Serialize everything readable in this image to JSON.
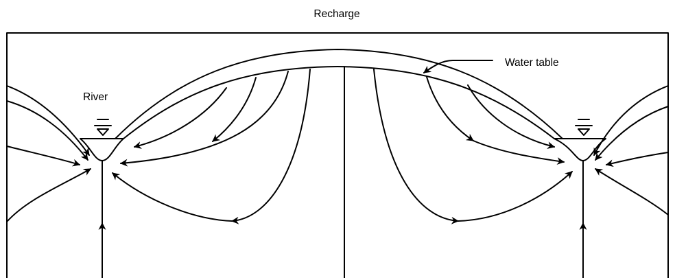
{
  "labels": {
    "recharge": "Recharge",
    "river": "River",
    "water_table": "Water table"
  },
  "colors": {
    "line": "#000000",
    "background": "#ffffff"
  },
  "icons": {
    "water_level": "inverted-triangle-water-level-icon"
  }
}
